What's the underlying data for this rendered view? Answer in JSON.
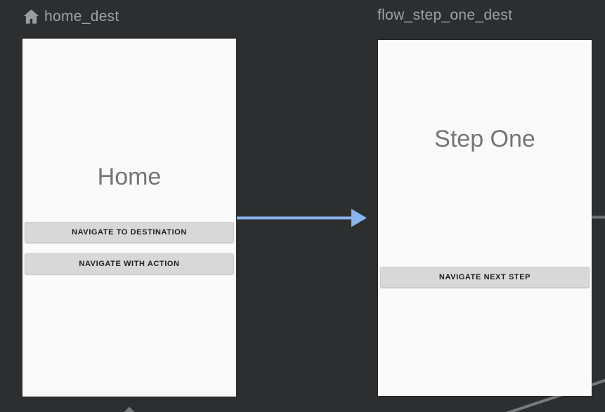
{
  "editor": {
    "background_color": "#2c2e30",
    "action_arrow_color": "#8ab4ec",
    "inactive_line_color": "#747678",
    "header_text_color": "#9fa2a5"
  },
  "destinations": [
    {
      "id": "home_dest",
      "label": "home_dest",
      "is_start_destination": true,
      "icon": "home-icon",
      "screen": {
        "title": "Home",
        "buttons": [
          "NAVIGATE TO DESTINATION",
          "NAVIGATE WITH ACTION"
        ]
      }
    },
    {
      "id": "flow_step_one_dest",
      "label": "flow_step_one_dest",
      "is_start_destination": false,
      "screen": {
        "title": "Step One",
        "buttons": [
          "NAVIGATE NEXT STEP"
        ]
      }
    }
  ],
  "connections": [
    {
      "name": "action-home-to-step-one",
      "from": "home_dest",
      "to": "flow_step_one_dest",
      "style": "blue-arrow"
    },
    {
      "name": "partial-line-off-screen-right",
      "from": "flow_step_one_dest",
      "to": "off-screen-right",
      "style": "gray-line"
    },
    {
      "name": "partial-diagonal-line-bottom-right",
      "style": "gray-line"
    },
    {
      "name": "partial-arrowhead-bottom-center",
      "to": "home_dest",
      "style": "gray-arrowhead"
    }
  ]
}
